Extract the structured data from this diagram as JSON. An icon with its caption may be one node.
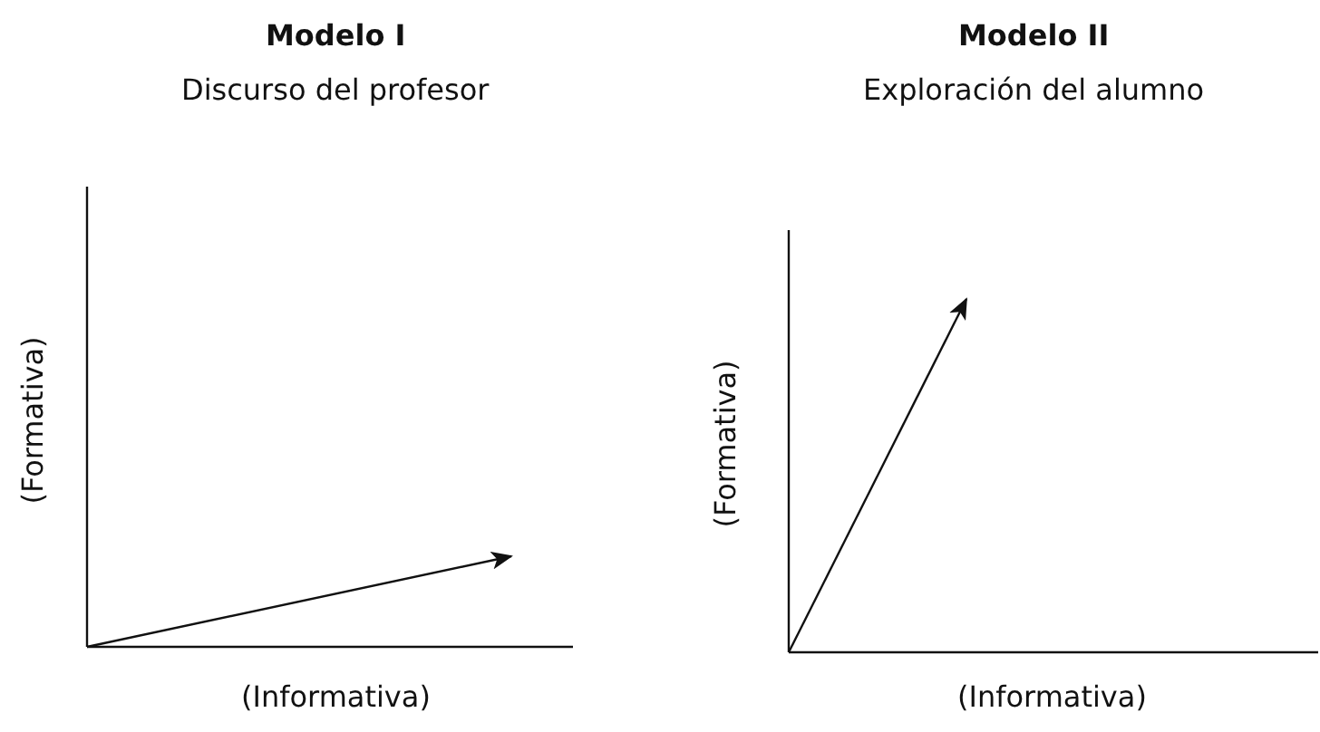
{
  "diagram": {
    "labels": [
      "Modelo I",
      "Discurso del profesor",
      "(Formativa)",
      "(Informativa)",
      "Modelo II",
      "Exploración del alumno",
      "(Formativa)",
      "(Informativa)"
    ]
  }
}
